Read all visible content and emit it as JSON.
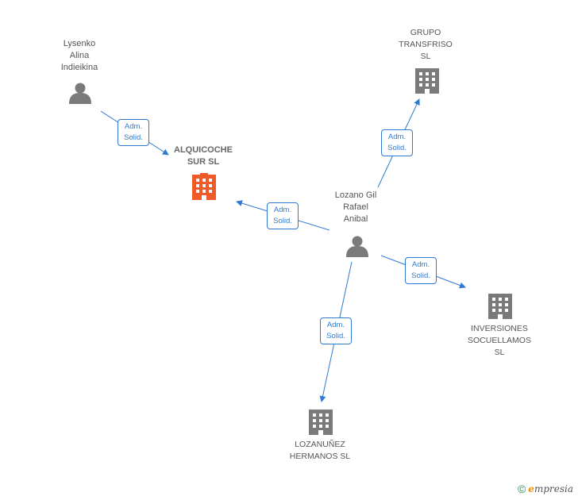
{
  "nodes": {
    "lysenko": {
      "label": "Lysenko\nAlina\nIndieikina",
      "kind": "person"
    },
    "alquicoche": {
      "label": "ALQUICOCHE\nSUR  SL",
      "kind": "company-focus"
    },
    "grupo": {
      "label": "GRUPO\nTRANSFRISO\nSL",
      "kind": "company"
    },
    "lozano": {
      "label": "Lozano Gil\nRafael\nAnibal",
      "kind": "person"
    },
    "inversiones": {
      "label": "INVERSIONES\nSOCUELLAMOS\nSL",
      "kind": "company"
    },
    "lozanunez": {
      "label": "LOZANUÑEZ\nHERMANOS  SL",
      "kind": "company"
    }
  },
  "edges": {
    "e1": {
      "line1": "Adm.",
      "line2": "Solid."
    },
    "e2": {
      "line1": "Adm.",
      "line2": "Solid."
    },
    "e3": {
      "line1": "Adm.",
      "line2": "Solid."
    },
    "e4": {
      "line1": "Adm.",
      "line2": "Solid."
    },
    "e5": {
      "line1": "Adm.",
      "line2": "Solid."
    }
  },
  "colors": {
    "edge": "#2f7ad0",
    "person": "#7a7a7a",
    "company": "#7a7a7a",
    "focus": "#f05a28"
  },
  "brand": {
    "copyright": "©",
    "initial": "e",
    "rest": "mpresia"
  }
}
